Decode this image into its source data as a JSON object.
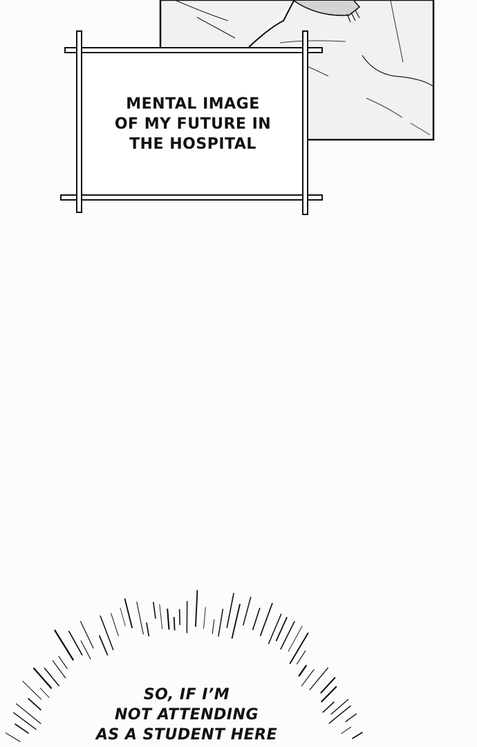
{
  "caption": {
    "lines": [
      "MENTAL IMAGE",
      "OF MY FUTURE IN",
      "THE HOSPITAL"
    ]
  },
  "speech": {
    "lines": [
      "SO, IF I’M",
      "NOT ATTENDING",
      "AS A STUDENT HERE"
    ]
  }
}
